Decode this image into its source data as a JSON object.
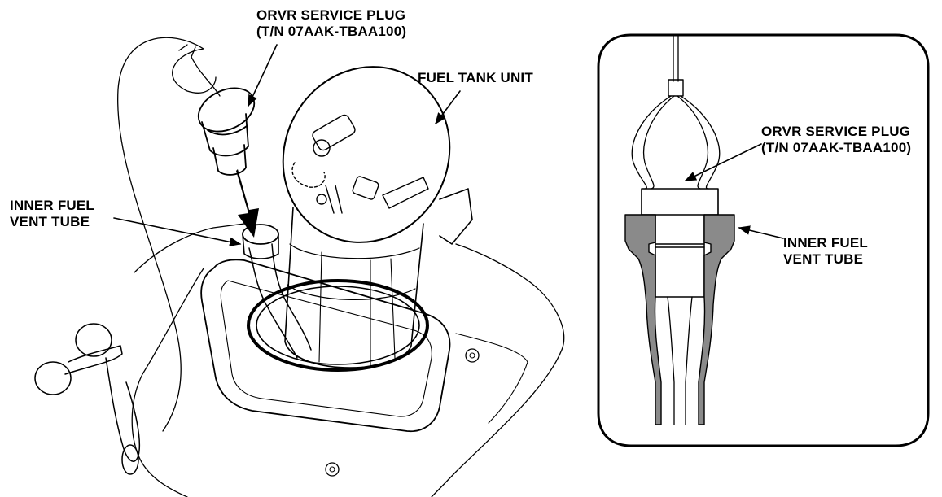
{
  "main_view": {
    "labels": {
      "orvr_plug": [
        "ORVR SERVICE PLUG",
        "(T/N 07AAK-TBAA100)"
      ],
      "fuel_tank_unit": [
        "FUEL TANK UNIT"
      ],
      "inner_vent_tube": [
        "INNER FUEL",
        "VENT TUBE"
      ]
    }
  },
  "detail_view": {
    "labels": {
      "orvr_plug": [
        "ORVR SERVICE PLUG",
        "(T/N 07AAK-TBAA100)"
      ],
      "inner_vent_tube": [
        "INNER FUEL",
        "VENT TUBE"
      ]
    }
  },
  "colors": {
    "line": "#000000",
    "section_fill": "#8a8a8a",
    "background": "#ffffff"
  }
}
